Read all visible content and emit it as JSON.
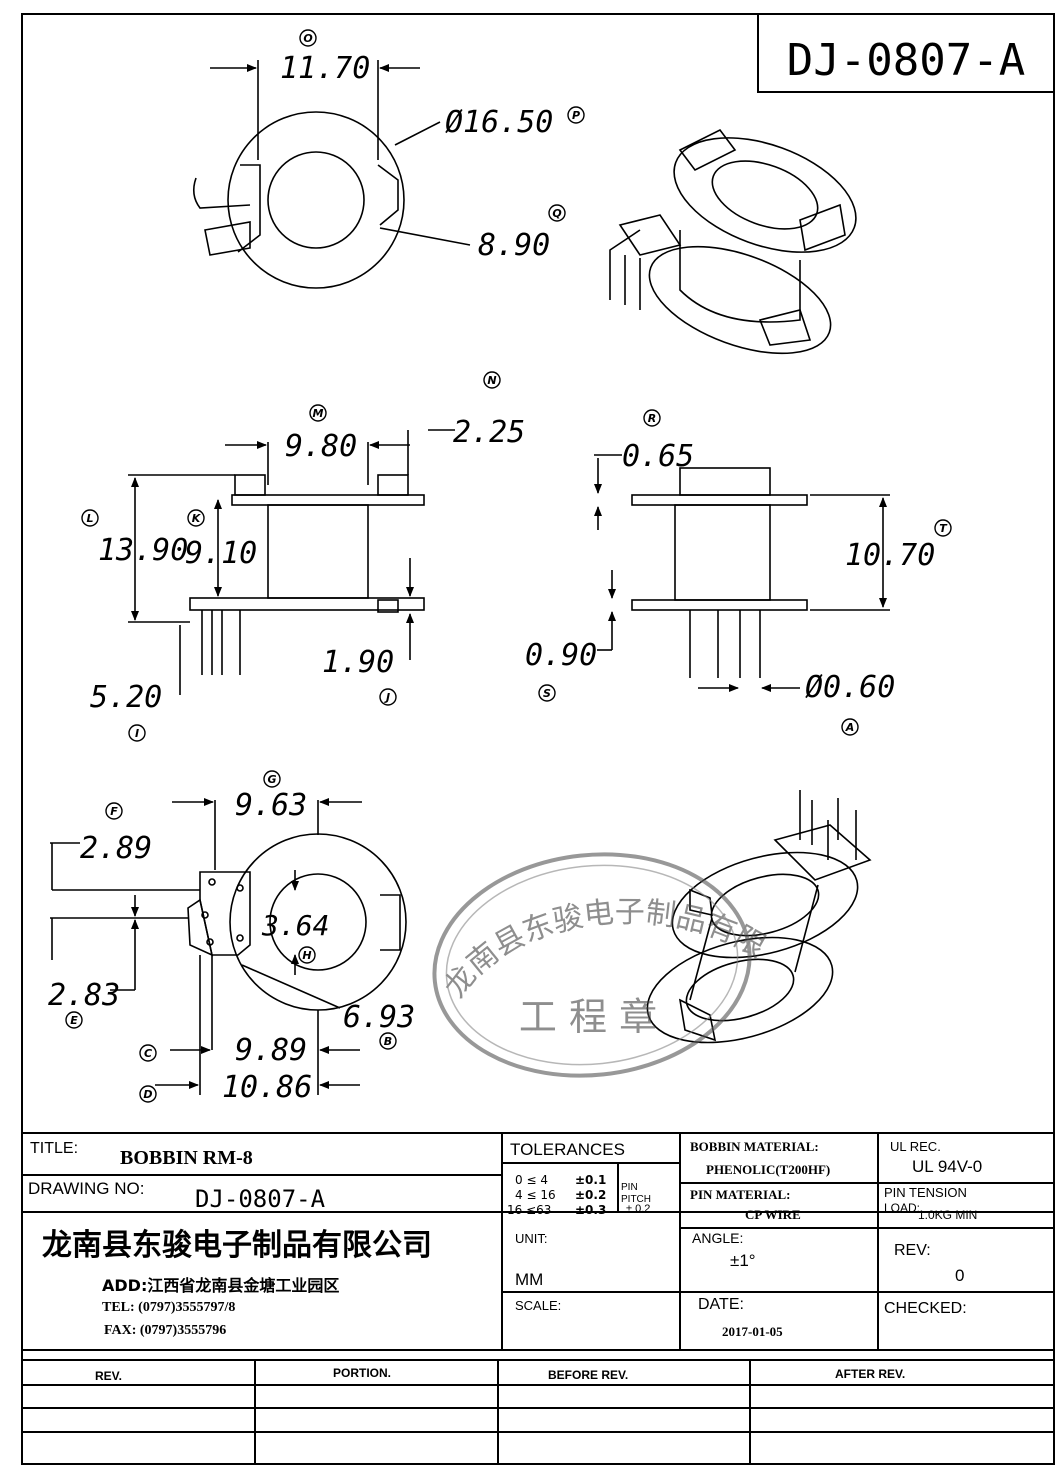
{
  "drawing_number_box": "DJ-0807-A",
  "dimensions": {
    "top_width": "11.70",
    "top_od": "Ø16.50",
    "top_id": "8.90",
    "side_width": "9.80",
    "side_flange": "2.25",
    "side_height": "13.90",
    "side_inner": "9.10",
    "side_pin": "5.20",
    "side_foot": "1.90",
    "front_flange": "0.65",
    "front_height": "10.70",
    "front_bottom": "0.90",
    "front_pin_dia": "Ø0.60",
    "bottom_963": "9.63",
    "bottom_289": "2.89",
    "bottom_364": "3.64",
    "bottom_283": "2.83",
    "bottom_693": "6.93",
    "bottom_989": "9.89",
    "bottom_1086": "10.86"
  },
  "balloons": [
    "O",
    "P",
    "Q",
    "N",
    "M",
    "R",
    "L",
    "K",
    "T",
    "I",
    "J",
    "S",
    "A",
    "G",
    "F",
    "H",
    "E",
    "B",
    "C",
    "D"
  ],
  "stamp": {
    "ring_text": "龙南县东骏电子制品有限公司",
    "center_text": "工 程 章"
  },
  "title_block": {
    "title_label": "TITLE:",
    "title_value": "BOBBIN RM-8",
    "drawing_no_label": "DRAWING NO:",
    "drawing_no_value": "DJ-0807-A",
    "company": "龙南县东骏电子制品有限公司",
    "address": "ADD:江西省龙南县金塘工业园区",
    "tel": "TEL: (0797)3555797/8",
    "fax": "FAX: (0797)3555796",
    "tolerances_label": "TOLERANCES",
    "tol_rows": [
      {
        "range": "0 ≤ 4",
        "tol": "±0.1"
      },
      {
        "range": "4 ≤ 16",
        "tol": "±0.2"
      },
      {
        "range": "16 ≤63",
        "tol": "±0.3"
      }
    ],
    "pin_label_1": "PIN",
    "pin_label_2": "PITCH",
    "pin_tol": "± 0.2",
    "unit_label": "UNIT:",
    "unit_value": "MM",
    "scale_label": "SCALE:",
    "bobbin_material_label": "BOBBIN MATERIAL:",
    "bobbin_material_value": "PHENOLIC(T200HF)",
    "pin_material_label": "PIN MATERIAL:",
    "pin_material_value": "CP WIRE",
    "angle_label": "ANGLE:",
    "angle_value": "±1°",
    "date_label": "DATE:",
    "date_value": "2017-01-05",
    "ul_label": "UL REC.",
    "ul_value": "UL 94V-0",
    "pin_tension_label": "PIN TENSION",
    "load_label": "LOAD:",
    "load_value": "1.0KG MIN",
    "rev_label": "REV:",
    "rev_value": "0",
    "checked_label": "CHECKED:"
  },
  "revision_table": {
    "headers": [
      "REV.",
      "PORTION.",
      "BEFORE REV.",
      "AFTER REV."
    ]
  }
}
